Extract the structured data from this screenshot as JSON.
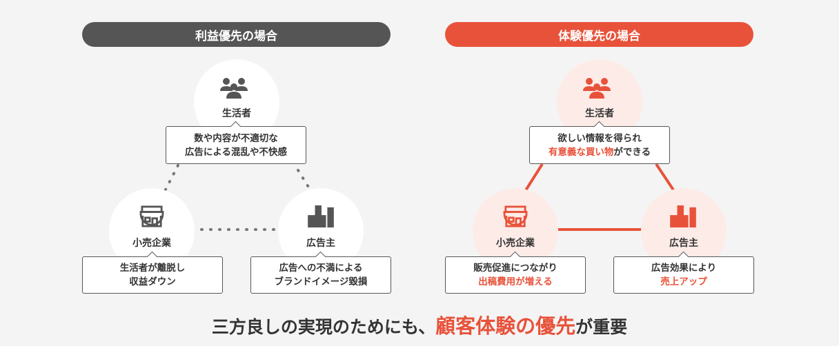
{
  "left_panel": {
    "title": "利益優先の場合",
    "header_color": "#555555",
    "consumer": {
      "label": "生活者",
      "text": [
        "数や内容が不適切な",
        "広告による混乱や不快感"
      ]
    },
    "retailer": {
      "label": "小売企業",
      "text": [
        "生活者が離脱し",
        "収益ダウン"
      ]
    },
    "advertiser": {
      "label": "広告主",
      "text": [
        "広告への不満による",
        "ブランドイメージ毀損"
      ]
    }
  },
  "right_panel": {
    "title": "体験優先の場合",
    "header_color": "#e8523a",
    "consumer": {
      "label": "生活者",
      "text1": "欲しい情報を得られ",
      "text2_hl": "有意義な買い物",
      "text2": "ができる"
    },
    "retailer": {
      "label": "小売企業",
      "text1": "販売促進につながり",
      "text2_hl": "出稿費用が増える"
    },
    "advertiser": {
      "label": "広告主",
      "text1": "広告効果により",
      "text2_hl": "売上アップ"
    }
  },
  "footer": {
    "pre": "三方良しの実現のためにも、",
    "hl": "顧客体験の優先",
    "post": "が重要"
  }
}
